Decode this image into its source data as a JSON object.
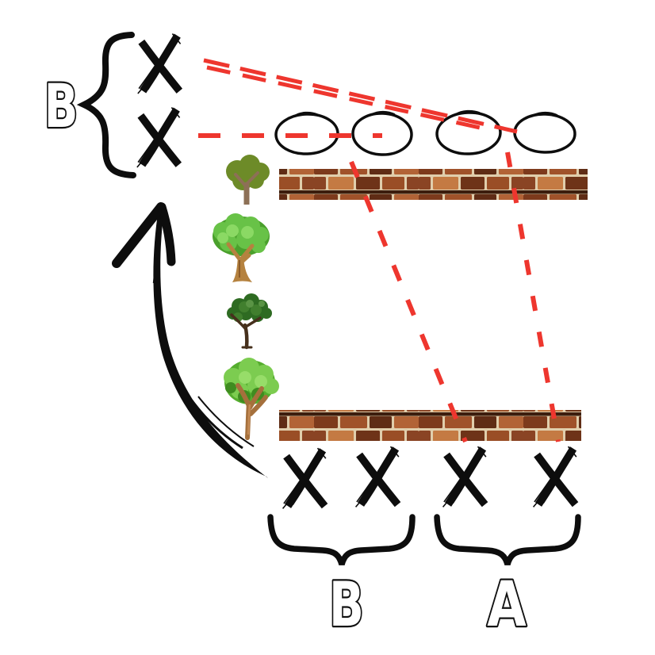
{
  "diagram": {
    "description": "Hand-drawn diagram: group B of crossed-out marks linked by red dashed lines to empty ovals and to crossed-out groups B and A below two brick-wall barriers, with four different trees and a curved arrow",
    "labels": {
      "top_group": "B",
      "bottom_left_group": "B",
      "bottom_right_group": "A"
    },
    "colors": {
      "background": "#ffffff",
      "ink": "#0d0d0d",
      "red": "#ee362e",
      "brick_mortar": "#e0ceac",
      "brick_dark": "#5f2c15",
      "brick_mid": "#a0522a",
      "brick_light": "#c47a43",
      "tree1_foliage": "#6d8b28",
      "tree1_trunk": "#8d7056",
      "tree2_foliage": "#4aa02c",
      "tree2_trunk": "#b5823f",
      "tree3_foliage": "#2e6b22",
      "tree3_trunk": "#46301c",
      "tree4_foliage": "#55ad2e",
      "tree4_trunk": "#a5703c"
    },
    "counts": {
      "top_x_marks": 2,
      "ovals": 4,
      "trees": 4,
      "brick_walls": 2,
      "bottom_x_marks": 4,
      "braces": 3,
      "red_dashed_lines": 5
    }
  }
}
